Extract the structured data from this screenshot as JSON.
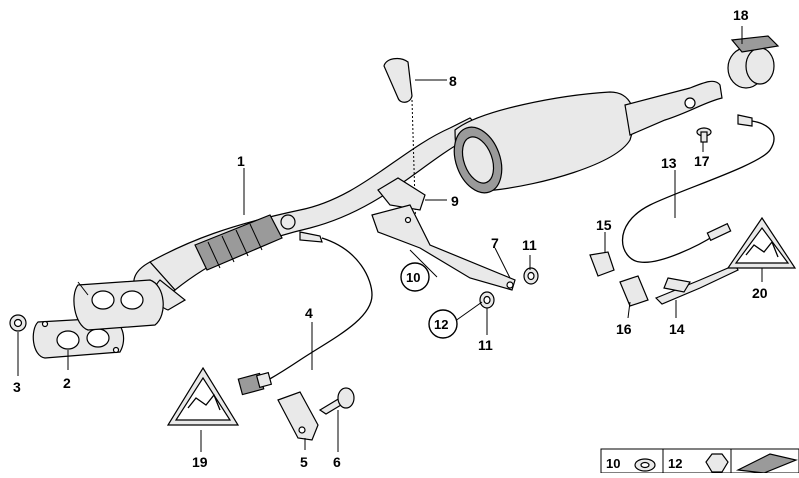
{
  "diagram": {
    "callouts": {
      "c1": "1",
      "c2": "2",
      "c3": "3",
      "c4": "4",
      "c5": "5",
      "c6": "6",
      "c7": "7",
      "c8": "8",
      "c9": "9",
      "c10": "10",
      "c11a": "11",
      "c11b": "11",
      "c12": "12",
      "c13": "13",
      "c14": "14",
      "c15": "15",
      "c16": "16",
      "c17": "17",
      "c18": "18",
      "c19": "19",
      "c20": "20"
    },
    "legend": {
      "item1": "10",
      "item2": "12"
    },
    "colors": {
      "line": "#000000",
      "part_fill": "#e9e9e9",
      "shade": "#9a9a9a",
      "background": "#ffffff"
    }
  }
}
